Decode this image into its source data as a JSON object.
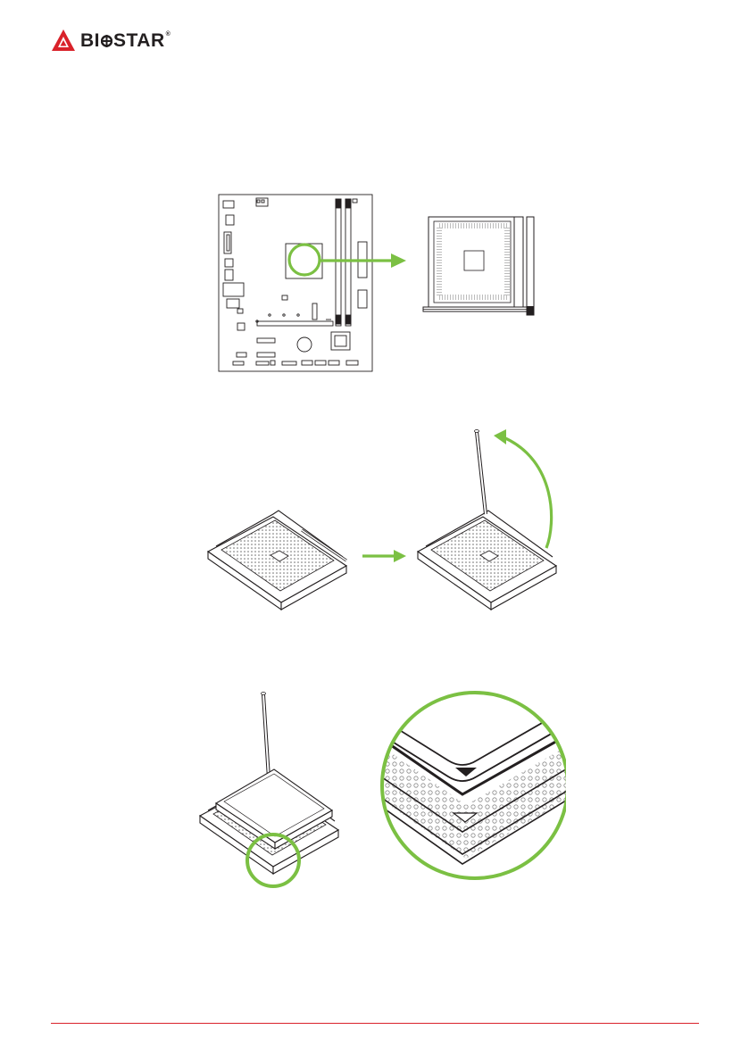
{
  "header": {
    "brand_name": "BI",
    "brand_name_rest": "STAR",
    "registered_mark": "®",
    "brand_color": "#d9222a"
  },
  "figures": {
    "motherboard_location": {
      "icon": "motherboard-layout",
      "highlight_color": "#7bc043"
    },
    "lever_open": {
      "icon": "cpu-socket-lever"
    },
    "cpu_alignment": {
      "icon": "cpu-triangle-alignment"
    }
  },
  "footer": {
    "rule_color": "#d9222a"
  }
}
